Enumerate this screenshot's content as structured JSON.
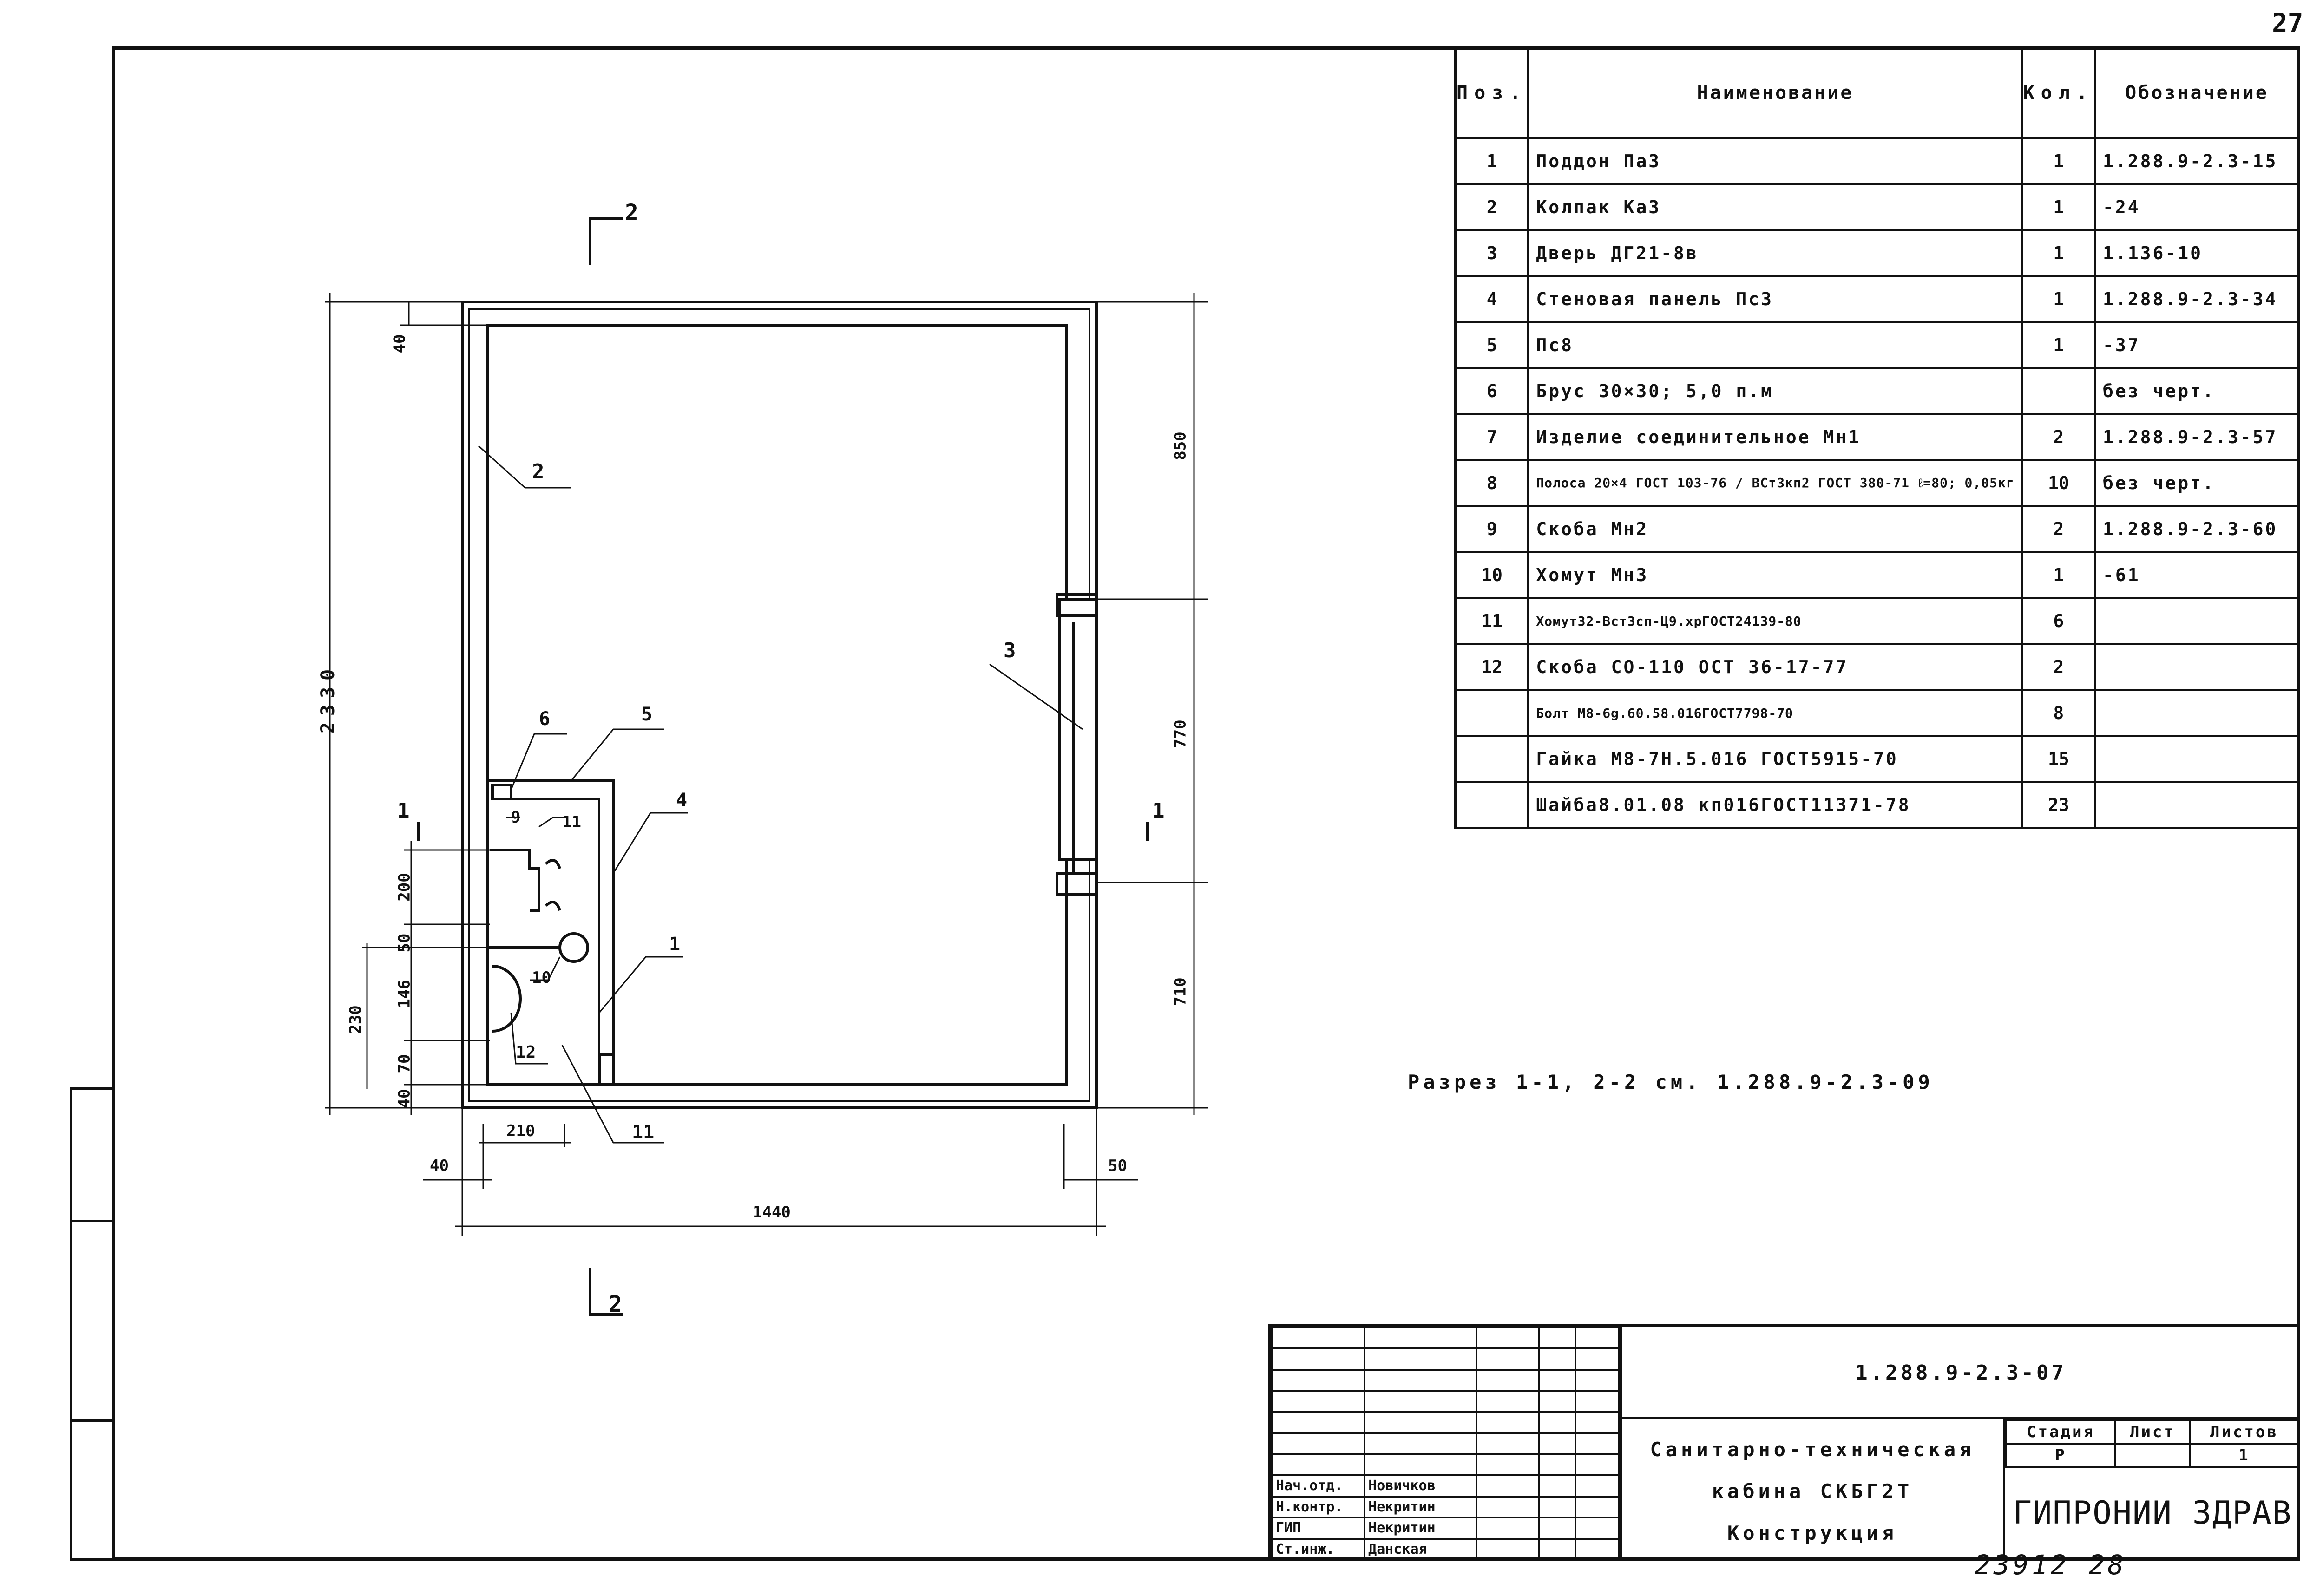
{
  "page_number": "27",
  "spec_table": {
    "headers": {
      "pos": "Поз.",
      "name": "Наименование",
      "qty": "Кол.",
      "designation": "Обозначение"
    },
    "rows": [
      {
        "pos": "1",
        "name": "Поддон Па3",
        "qty": "1",
        "designation": "1.288.9-2.3-15"
      },
      {
        "pos": "2",
        "name": "Колпак Ка3",
        "qty": "1",
        "designation": "-24"
      },
      {
        "pos": "3",
        "name": "Дверь ДГ21-8в",
        "qty": "1",
        "designation": "1.136-10"
      },
      {
        "pos": "4",
        "name": "Стеновая панель Пс3",
        "qty": "1",
        "designation": "1.288.9-2.3-34"
      },
      {
        "pos": "5",
        "name": "Пс8",
        "qty": "1",
        "designation": "-37"
      },
      {
        "pos": "6",
        "name": "Брус 30×30; 5,0 п.м",
        "qty": "",
        "designation": "без черт."
      },
      {
        "pos": "7",
        "name": "Изделие соединительное Мн1",
        "qty": "2",
        "designation": "1.288.9-2.3-57"
      },
      {
        "pos": "8",
        "name": "Полоса 20×4 ГОСТ 103-76 / ВСт3кп2 ГОСТ 380-71 ℓ=80; 0,05кг",
        "qty": "10",
        "designation": "без черт."
      },
      {
        "pos": "9",
        "name": "Скоба Мн2",
        "qty": "2",
        "designation": "1.288.9-2.3-60"
      },
      {
        "pos": "10",
        "name": "Хомут Мн3",
        "qty": "1",
        "designation": "-61"
      },
      {
        "pos": "11",
        "name": "Хомут32-Вст3сп-Ц9.хрГОСТ24139-80",
        "qty": "6",
        "designation": ""
      },
      {
        "pos": "12",
        "name": "Скоба СО-110 ОСТ 36-17-77",
        "qty": "2",
        "designation": ""
      },
      {
        "pos": "",
        "name": "Болт М8-6g.60.58.016ГОСТ7798-70",
        "qty": "8",
        "designation": ""
      },
      {
        "pos": "",
        "name": "Гайка М8-7Н.5.016 ГОСТ5915-70",
        "qty": "15",
        "designation": ""
      },
      {
        "pos": "",
        "name": "Шайба8.01.08 кп016ГОСТ11371-78",
        "qty": "23",
        "designation": ""
      }
    ]
  },
  "drawing": {
    "section_marks": {
      "top": "2",
      "bottom": "2",
      "left": "1",
      "right": "1"
    },
    "callouts": [
      "1",
      "2",
      "3",
      "4",
      "5",
      "6",
      "9",
      "10",
      "11",
      "11",
      "12"
    ],
    "dims": {
      "total_height": "2330",
      "top_gap": "40",
      "right_upper": "850",
      "right_door": "770",
      "right_lower": "710",
      "pan_200": "200",
      "pan_50": "50",
      "pan_146": "146",
      "pan_70": "70",
      "pan_bottom": "40",
      "pan_total": "230",
      "width": "1440",
      "left_40": "40",
      "inner_210": "210",
      "right_50": "50"
    }
  },
  "note": "Разрез 1-1, 2-2 см. 1.288.9-2.3-09",
  "title_block": {
    "doc_code": "1.288.9-2.3-07",
    "title_lines": [
      "Санитарно-техническая",
      "кабина СКБГ2Т",
      "Конструкция"
    ],
    "stage_headers": [
      "Стадия",
      "Лист",
      "Листов"
    ],
    "stage_values": [
      "Р",
      "",
      "1"
    ],
    "organization": "ГИПРОНИИ ЗДРАВ",
    "signatures": [
      {
        "role": "Нач.отд.",
        "name": "Новичков"
      },
      {
        "role": "Н.контр.",
        "name": "Некритин"
      },
      {
        "role": "ГИП",
        "name": "Некритин"
      },
      {
        "role": "Ст.инж.",
        "name": "Данская"
      }
    ]
  },
  "archive_number": "23912 28"
}
